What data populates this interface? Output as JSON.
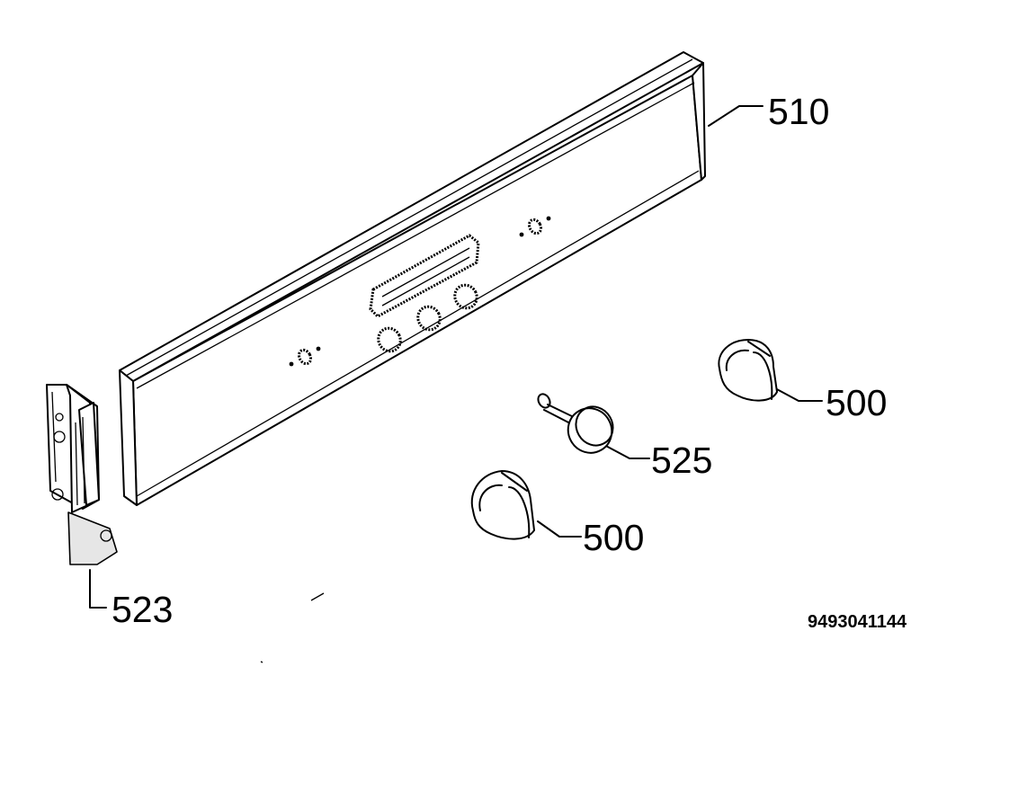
{
  "diagram": {
    "parts": [
      {
        "id": "control-panel",
        "label": "510"
      },
      {
        "id": "knob-upper",
        "label": "500"
      },
      {
        "id": "push-button",
        "label": "525"
      },
      {
        "id": "knob-lower",
        "label": "500"
      },
      {
        "id": "side-bracket",
        "label": "523"
      }
    ],
    "drawing_number": "9493041144"
  }
}
